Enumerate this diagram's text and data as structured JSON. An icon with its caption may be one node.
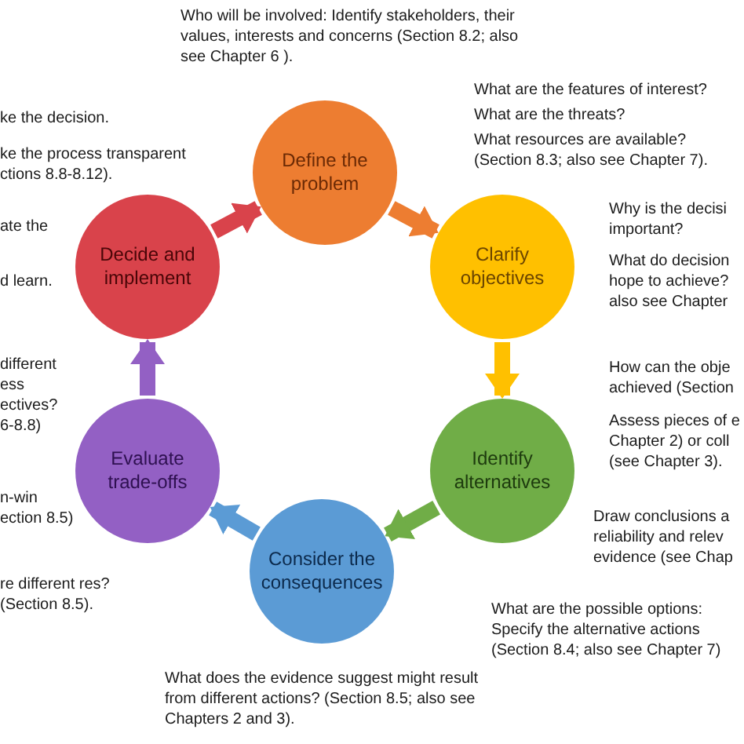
{
  "diagram": {
    "nodes": [
      {
        "text": [
          "Define the problem"
        ]
      },
      {
        "text": [
          "Clarify objectives"
        ]
      },
      {
        "text": [
          "Identify alternatives"
        ]
      },
      {
        "text": [
          "Consider the consequences"
        ]
      },
      {
        "text": [
          "Evaluate trade-offs"
        ]
      },
      {
        "text": [
          "Decide and implement"
        ]
      }
    ],
    "edges": [
      {
        "from": 0,
        "to": 1,
        "arrow": "to",
        "color": "#ed7d31"
      },
      {
        "from": 1,
        "to": 2,
        "arrow": "to",
        "color": "#ffc000"
      },
      {
        "from": 2,
        "to": 3,
        "arrow": "to",
        "color": "#70ad47"
      },
      {
        "from": 3,
        "to": 4,
        "arrow": "to",
        "color": "#5b9bd5"
      },
      {
        "from": 4,
        "to": 5,
        "arrow": "to",
        "color": "#9360c4"
      },
      {
        "from": 5,
        "to": 0,
        "arrow": "to",
        "color": "#d9434b"
      }
    ],
    "labels": [
      "Who will be involved: Identify stakeholders, their values, interests and concerns (Section 8.2; also see Chapter 6 ).",
      "ke the decision.",
      "What are the features of interest?",
      "What are the threats?",
      "What resources are available? (Section 8.3; also see Chapter 7).",
      "ke the process transparent ctions 8.8-8.12).",
      "Why is the decisi important?",
      "ate the",
      "What do decision hope to achieve? also see Chapter",
      "d learn.",
      "different ess ectives? 6-8.8)",
      "How can the obje achieved (Section",
      "Assess pieces of e Chapter 2) or coll (see Chapter 3).",
      "n-win ection 8.5)",
      "Draw conclusions a reliability and relev evidence (see Chap",
      "re different res? (Section 8.5).",
      "What are the possible options: Specify the alternative actions (Section 8.4; also see Chapter 7)",
      "What does the evidence suggest might result from different actions? (Section 8.5; also see Chapters 2 and 3)."
    ]
  }
}
